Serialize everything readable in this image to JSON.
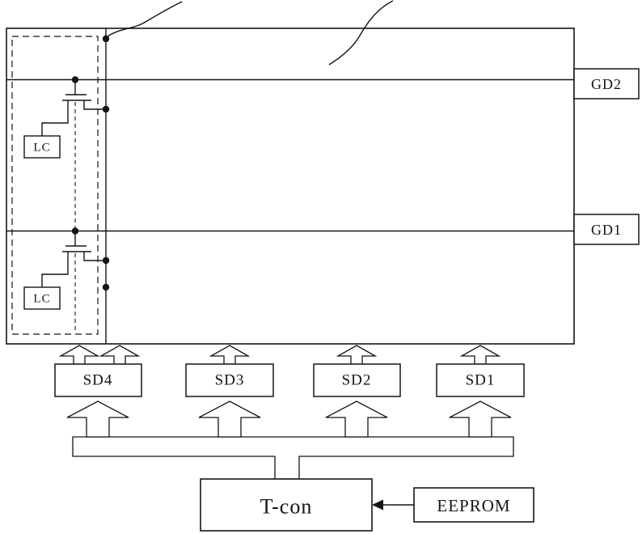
{
  "colors": {
    "line": "#151515",
    "background": "#ffffff"
  },
  "gate_drivers": {
    "gd2": "GD2",
    "gd1": "GD1"
  },
  "pixels": {
    "lc_top": "LC",
    "lc_bottom": "LC"
  },
  "source_drivers": [
    {
      "label": "SD4"
    },
    {
      "label": "SD3"
    },
    {
      "label": "SD2"
    },
    {
      "label": "SD1"
    }
  ],
  "timing_controller": {
    "label": "T-con"
  },
  "memory": {
    "label": "EEPROM"
  }
}
